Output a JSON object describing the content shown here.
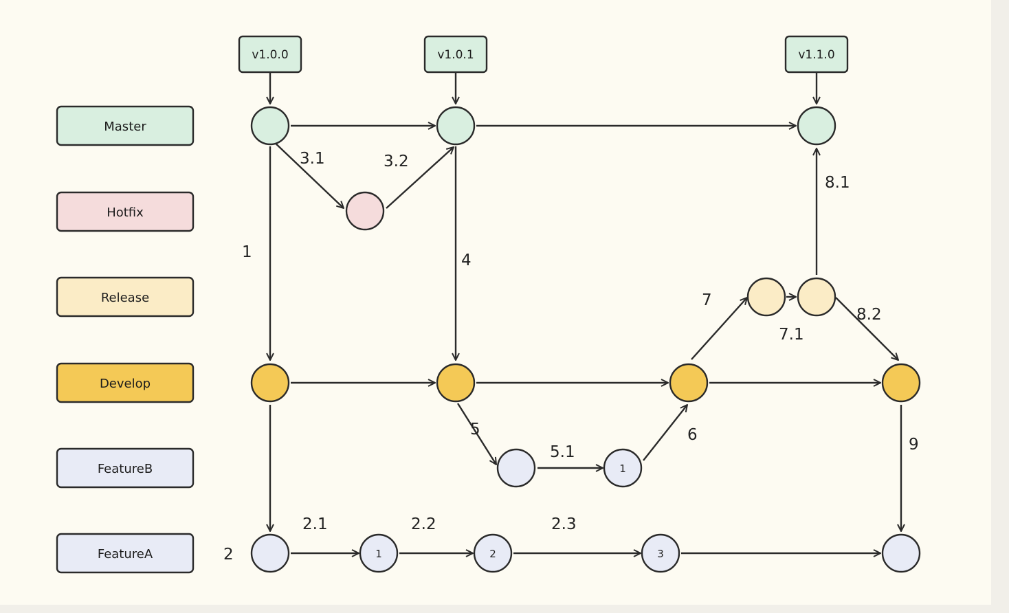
{
  "colors": {
    "master": "#d9efe0",
    "hotfix": "#f5dcdc",
    "release": "#fbecc6",
    "develop": "#f4c956",
    "feature": "#e8ebf6"
  },
  "lanes": [
    {
      "key": "master",
      "label": "Master",
      "color": "#d9efe0"
    },
    {
      "key": "hotfix",
      "label": "Hotfix",
      "color": "#f5dcdc"
    },
    {
      "key": "release",
      "label": "Release",
      "color": "#fbecc6"
    },
    {
      "key": "develop",
      "label": "Develop",
      "color": "#f4c956"
    },
    {
      "key": "featureb",
      "label": "FeatureB",
      "color": "#e8ebf6"
    },
    {
      "key": "featurea",
      "label": "FeatureA",
      "color": "#e8ebf6"
    }
  ],
  "tags": [
    "v1.0.0",
    "v1.0.1",
    "v1.1.0"
  ],
  "node_labels": {
    "fb1": "1",
    "fa1": "1",
    "fa2": "2",
    "fa3": "3"
  },
  "steps": {
    "s1": "1",
    "s2": "2",
    "s2_1": "2.1",
    "s2_2": "2.2",
    "s2_3": "2.3",
    "s3_1": "3.1",
    "s3_2": "3.2",
    "s4": "4",
    "s5": "5",
    "s5_1": "5.1",
    "s6": "6",
    "s7": "7",
    "s7_1": "7.1",
    "s8_1": "8.1",
    "s8_2": "8.2",
    "s9": "9"
  }
}
